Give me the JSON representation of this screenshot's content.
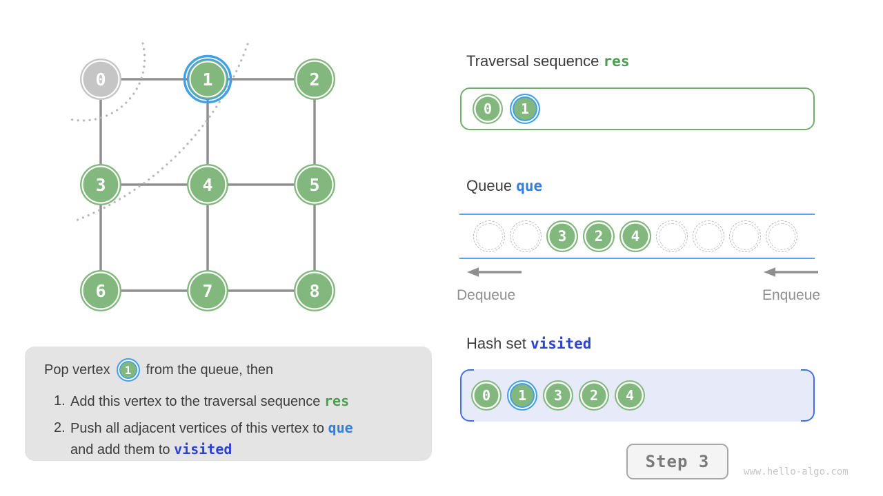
{
  "graph": {
    "nodes": [
      {
        "label": "0",
        "state": "popped"
      },
      {
        "label": "1",
        "state": "current"
      },
      {
        "label": "2",
        "state": "default"
      },
      {
        "label": "3",
        "state": "default"
      },
      {
        "label": "4",
        "state": "default"
      },
      {
        "label": "5",
        "state": "default"
      },
      {
        "label": "6",
        "state": "default"
      },
      {
        "label": "7",
        "state": "default"
      },
      {
        "label": "8",
        "state": "default"
      }
    ],
    "edges": [
      [
        0,
        1
      ],
      [
        1,
        2
      ],
      [
        3,
        4
      ],
      [
        4,
        5
      ],
      [
        6,
        7
      ],
      [
        7,
        8
      ],
      [
        0,
        3
      ],
      [
        3,
        6
      ],
      [
        1,
        4
      ],
      [
        4,
        7
      ],
      [
        2,
        5
      ],
      [
        5,
        8
      ]
    ]
  },
  "sections": {
    "res": {
      "title": "Traversal sequence",
      "code": "res",
      "items": [
        {
          "value": "0",
          "highlight": false
        },
        {
          "value": "1",
          "highlight": true
        }
      ]
    },
    "queue": {
      "title": "Queue",
      "code": "que",
      "slots": [
        {
          "filled": false,
          "value": ""
        },
        {
          "filled": false,
          "value": ""
        },
        {
          "filled": true,
          "value": "3"
        },
        {
          "filled": true,
          "value": "2"
        },
        {
          "filled": true,
          "value": "4"
        },
        {
          "filled": false,
          "value": ""
        },
        {
          "filled": false,
          "value": ""
        },
        {
          "filled": false,
          "value": ""
        },
        {
          "filled": false,
          "value": ""
        }
      ],
      "dequeue_label": "Dequeue",
      "enqueue_label": "Enqueue"
    },
    "visited": {
      "title": "Hash set",
      "code": "visited",
      "items": [
        {
          "value": "0",
          "highlight": false
        },
        {
          "value": "1",
          "highlight": true
        },
        {
          "value": "3",
          "highlight": false
        },
        {
          "value": "2",
          "highlight": false
        },
        {
          "value": "4",
          "highlight": false
        }
      ]
    }
  },
  "note": {
    "pop_prefix": "Pop vertex",
    "pop_vertex": "1",
    "pop_suffix": "from the queue, then",
    "item1_marker": "1.",
    "item1_text": "Add this vertex to the traversal sequence",
    "item1_code": "res",
    "item2_marker": "2.",
    "item2_text": "Push all adjacent vertices of this vertex to",
    "item2_code1": "que",
    "item2_mid": "and add them to",
    "item2_code2": "visited"
  },
  "footer": {
    "step_label": "Step 3",
    "watermark": "www.hello-algo.com"
  },
  "colors": {
    "node_green": "#82b87d",
    "node_gray": "#c5c5c5",
    "highlight_blue": "#41a0e6",
    "edge_gray": "#8f8f8f",
    "queue_line_blue": "#58a3e4",
    "res_green": "#4c9e50",
    "que_blue": "#2e7fe0",
    "visited_blue": "#2c43cf",
    "hash_border_blue": "#4070e0",
    "hash_bg": "#e7ebf9"
  }
}
